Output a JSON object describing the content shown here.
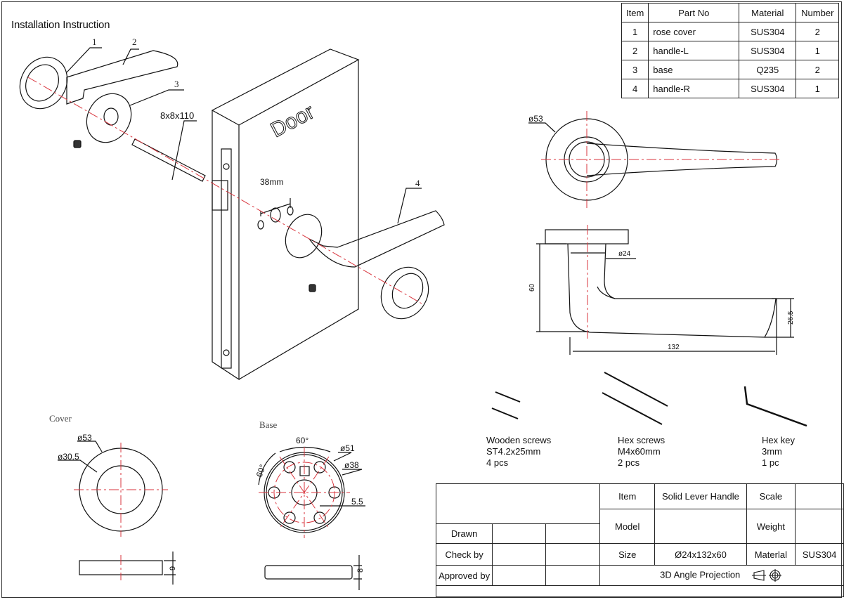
{
  "title": "Installation Instruction",
  "callouts": {
    "c1": "1",
    "c2": "2",
    "c3": "3",
    "c4": "4"
  },
  "spindle_label": "8x8x110",
  "door_text": "Door",
  "hole_spacing": "38mm",
  "parts_table": {
    "headers": [
      "Item",
      "Part No",
      "Material",
      "Number"
    ],
    "rows": [
      {
        "item": "1",
        "part": "rose cover",
        "material": "SUS304",
        "number": "2"
      },
      {
        "item": "2",
        "part": "handle-L",
        "material": "SUS304",
        "number": "1"
      },
      {
        "item": "3",
        "part": "base",
        "material": "Q235",
        "number": "2"
      },
      {
        "item": "4",
        "part": "handle-R",
        "material": "SUS304",
        "number": "1"
      }
    ]
  },
  "front_view": {
    "dia_label": "ø53"
  },
  "side_view": {
    "dia": "ø24",
    "height": "60",
    "length": "132",
    "thickness": "26.5"
  },
  "accessories": [
    {
      "name": "Wooden screws",
      "spec": "ST4.2x25mm",
      "qty": "4 pcs"
    },
    {
      "name": "Hex screws",
      "spec": "M4x60mm",
      "qty": "2 pcs"
    },
    {
      "name": "Hex key",
      "spec": "3mm",
      "qty": "1 pc"
    }
  ],
  "cover": {
    "label": "Cover",
    "outer": "ø53",
    "inner": "ø30.5",
    "thickness": "9"
  },
  "base": {
    "label": "Base",
    "angle1": "60°",
    "angle2": "60°",
    "outer": "ø51",
    "pcd": "ø38",
    "hole": "5.5",
    "thickness": "8"
  },
  "title_block": {
    "drawn": "Drawn",
    "check_by": "Check by",
    "approved_by": "Approved by",
    "item_label": "Item",
    "item_value": "Solid Lever Handle",
    "scale_label": "Scale",
    "scale_value": "",
    "model_label": "Model",
    "model_value": "",
    "weight_label": "Weight",
    "weight_value": "",
    "size_label": "Size",
    "size_value": "Ø24x132x60",
    "material_label": "Materlal",
    "material_value": "SUS304",
    "projection": "3D Angle Projection"
  },
  "colors": {
    "line": "#111111",
    "center_line": "#d9363e"
  }
}
